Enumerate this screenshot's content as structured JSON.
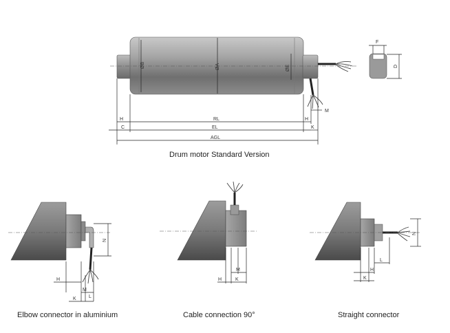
{
  "main_drawing": {
    "caption": "Drum motor Standard Version",
    "labels": {
      "dia_b": "ØB",
      "dia_a": "ØA",
      "dia_e": "ØE",
      "h": "H",
      "rl": "RL",
      "c": "C",
      "el": "EL",
      "k": "K",
      "agl": "AGL",
      "m": "M"
    },
    "key_labels": {
      "f": "F",
      "d": "D"
    }
  },
  "details": [
    {
      "caption": "Elbow connector in aluminium",
      "labels": {
        "n": "N",
        "h": "H",
        "m": "M",
        "l": "L",
        "k": "K"
      }
    },
    {
      "caption": "Cable connection 90°",
      "labels": {
        "m": "M",
        "h": "H",
        "k": "K"
      }
    },
    {
      "caption": "Straight connector",
      "labels": {
        "n": "N",
        "l": "L",
        "h": "H",
        "k": "K"
      }
    }
  ]
}
